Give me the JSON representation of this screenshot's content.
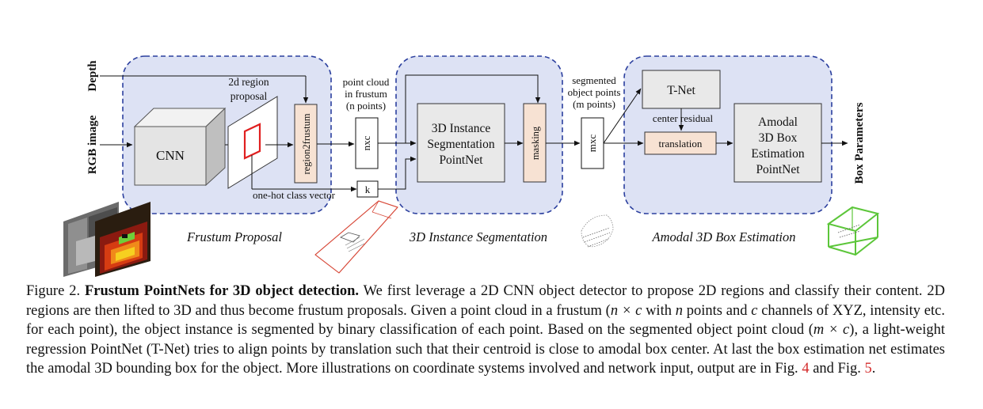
{
  "inputs": {
    "depth": "Depth",
    "rgb": "RGB image"
  },
  "stages": {
    "frustum_proposal": "Frustum Proposal",
    "instance_segmentation": "3D Instance Segmentation",
    "box_estimation": "Amodal 3D Box Estimation"
  },
  "blocks": {
    "cnn": "CNN",
    "region_proposal": [
      "2d region",
      "proposal"
    ],
    "region2frustum": "region2frustum",
    "nxc": "nxc",
    "k": "k",
    "seg_pointnet": [
      "3D Instance",
      "Segmentation",
      "PointNet"
    ],
    "masking": "masking",
    "mxc": "mxc",
    "tnet": "T-Net",
    "translation": "translation",
    "box_pointnet": [
      "Amodal",
      "3D Box",
      "Estimation",
      "PointNet"
    ]
  },
  "labels": {
    "point_cloud": [
      "point cloud",
      "in frustum",
      "(n points)"
    ],
    "segmented": [
      "segmented",
      "object points",
      "(m points)"
    ],
    "one_hot": "one-hot class vector",
    "center_residual": "center residual",
    "output": "Box Parameters"
  },
  "colors": {
    "stage_fill": "#dde2f4",
    "stage_border": "#2b3f9e",
    "gray_block": "#e9e9e9",
    "peach_block": "#f7e2d3",
    "proposal_box": "#e02020",
    "frustum_red": "#d84a3a",
    "box_green": "#5cc63a",
    "ref_red": "#d42c2c"
  },
  "caption": {
    "prefix": "Figure 2. ",
    "bold": "Frustum PointNets for 3D object detection.",
    "t1": " We first leverage a 2D CNN object detector to propose 2D regions and classify their content. 2D regions are then lifted to 3D and thus become frustum proposals. Given a point cloud in a frustum (",
    "m1": "n × c",
    "t2": " with ",
    "m2": "n",
    "t3": " points and ",
    "m3": "c",
    "t4": " channels of XYZ, intensity etc. for each point), the object instance is segmented by binary classification of each point. Based on the segmented object point cloud (",
    "m4": "m × c",
    "t5": "), a light-weight regression PointNet (T-Net) tries to align points by translation such that their centroid is close to amodal box center. At last the box estimation net estimates the amodal 3D bounding box for the object. More illustrations on coordinate systems involved and network input, output are in Fig. ",
    "r1": "4",
    "t6": " and Fig. ",
    "r2": "5",
    "t7": "."
  }
}
